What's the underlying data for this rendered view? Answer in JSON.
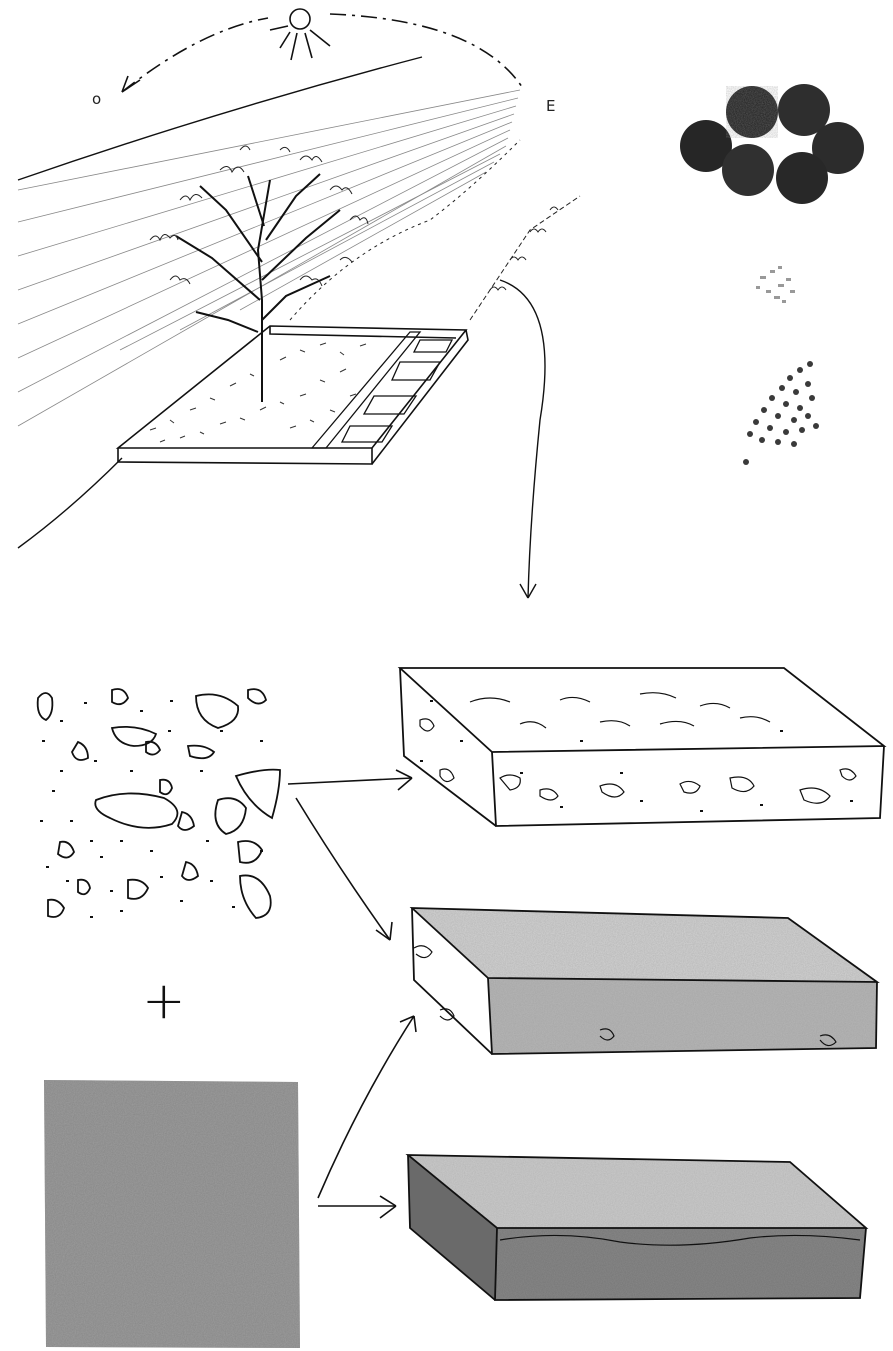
{
  "compass": {
    "west": "o",
    "east": "E"
  },
  "operator": "+",
  "ink": "#111111",
  "paper": "#ffffff",
  "pencil_gray": "#8a8a8a",
  "photo_dark": "#2a2a2a",
  "legend_items": [
    "soil-pellets-photo",
    "seed-flakes-photo",
    "seed-beads-photo"
  ],
  "layers": [
    "gravel-soil-slab",
    "mixed-soil-slab",
    "fine-soil-slab"
  ]
}
